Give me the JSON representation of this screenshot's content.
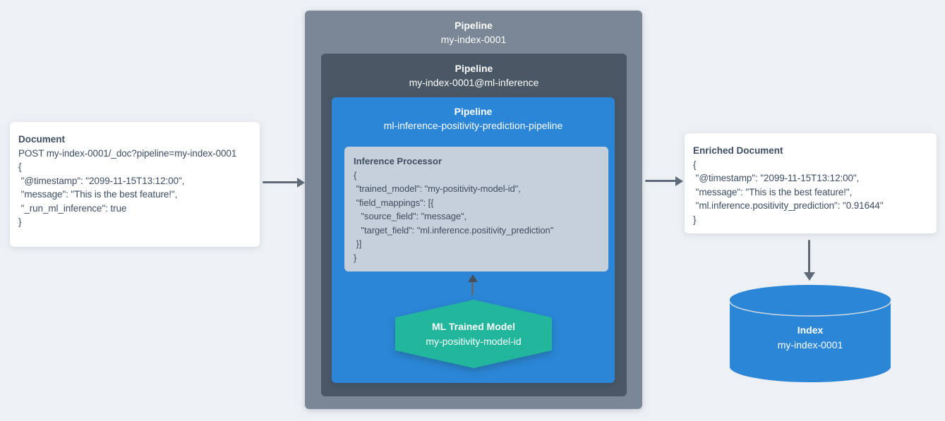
{
  "cards": {
    "document": {
      "title": "Document",
      "request_line": "POST my-index-0001/_doc?pipeline=my-index-0001",
      "json": "{\n \"@timestamp\": \"2099-11-15T13:12:00\",\n \"message\": \"This is the best feature!\",\n \"_run_ml_inference\": true\n}"
    },
    "enriched": {
      "title": "Enriched Document",
      "json": "{\n \"@timestamp\": \"2099-11-15T13:12:00\",\n \"message\": \"This is the best feature!\",\n \"ml.inference.positivity_prediction\": \"0.91644\"\n}"
    }
  },
  "pipelines": {
    "outer": {
      "label": "Pipeline",
      "name": "my-index-0001"
    },
    "inference": {
      "label": "Pipeline",
      "name": "my-index-0001@ml-inference"
    },
    "ml": {
      "label": "Pipeline",
      "name": "ml-inference-positivity-prediction-pipeline"
    }
  },
  "processor": {
    "title": "Inference Processor",
    "json": "{\n \"trained_model\": \"my-positivity-model-id\",\n \"field_mappings\": [{\n   \"source_field\": \"message\",\n   \"target_field\": \"ml.inference.positivity_prediction\"\n }]\n}"
  },
  "model": {
    "title": "ML Trained Model",
    "name": "my-positivity-model-id"
  },
  "index": {
    "title": "Index",
    "name": "my-index-0001"
  },
  "colors": {
    "background": "#edf1f5",
    "outer_pipeline": "#7a8796",
    "inference_pipeline": "#4a5765",
    "ml_pipeline_blue": "#2b86d8",
    "processor_bg": "#c6d0da",
    "model_teal": "#22b69c",
    "index_blue": "#2b86d8",
    "arrow_gray": "#5e6a77",
    "card_text": "#3e4e63"
  }
}
